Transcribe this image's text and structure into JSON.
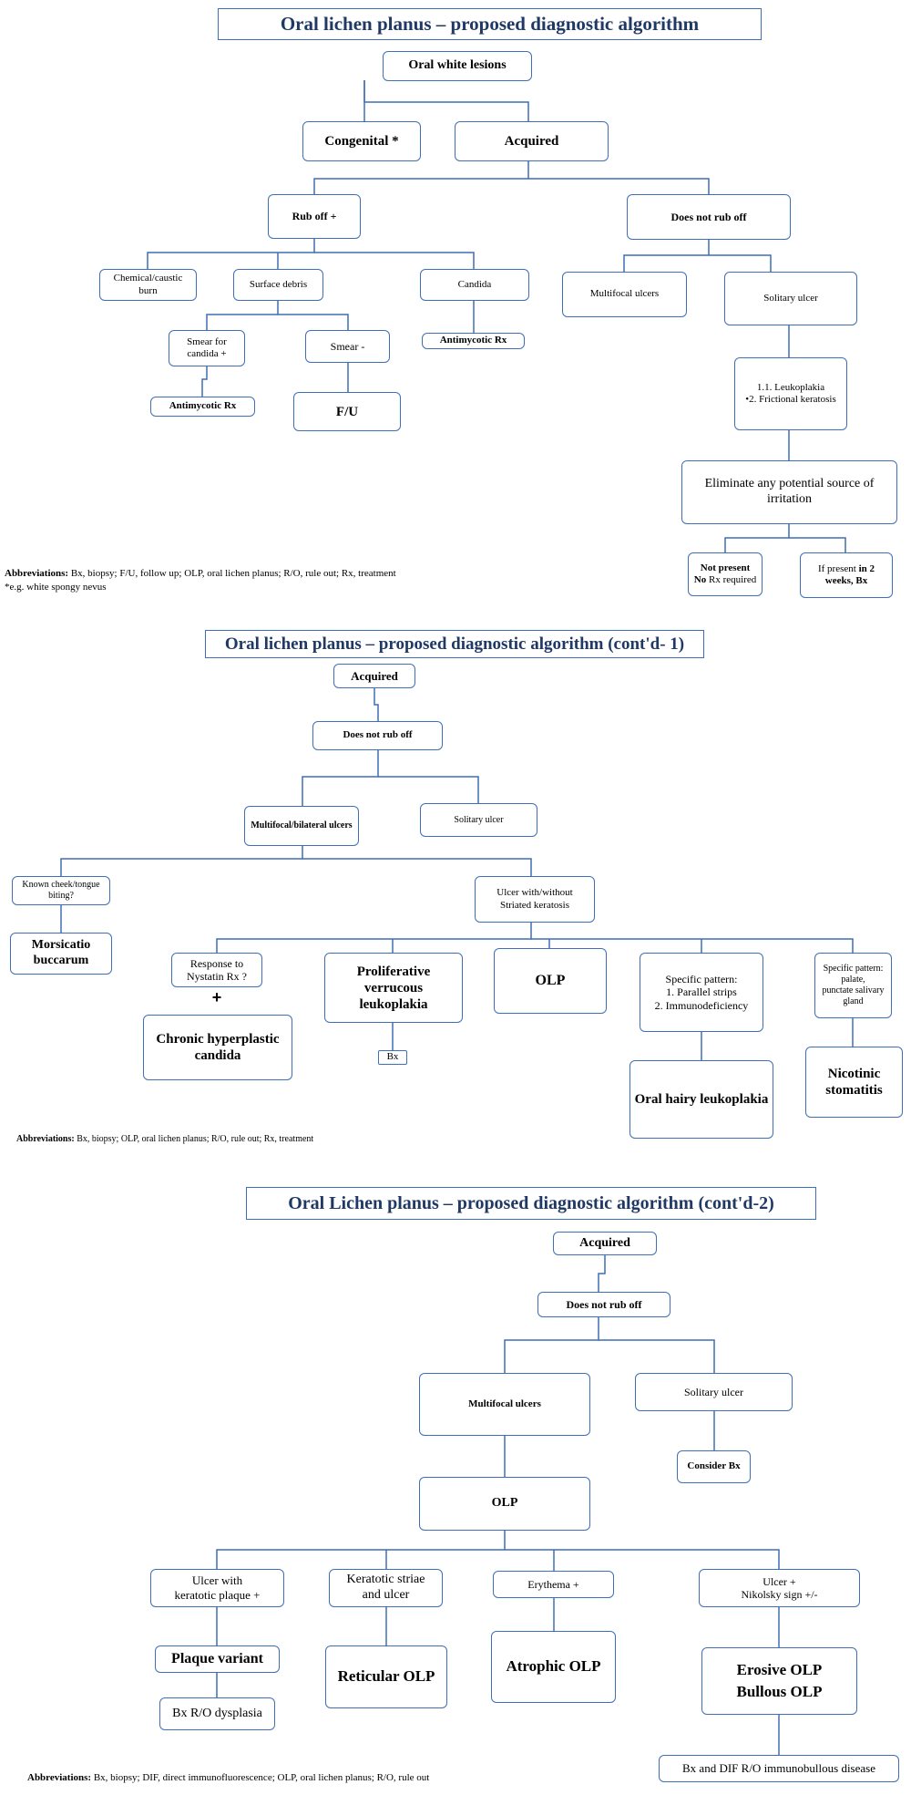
{
  "colors": {
    "box_border": "#3f6fb6",
    "connector": "#3f6fb6",
    "title_text": "#1f3864"
  },
  "diagram1": {
    "title": "Oral lichen planus – proposed diagnostic algorithm",
    "oral_white_lesions": "Oral white lesions",
    "congenital": "Congenital *",
    "acquired": "Acquired",
    "rub_off": "Rub off +",
    "does_not_rub_off": "Does not rub off",
    "chemical_burn": "Chemical/caustic burn",
    "surface_debris": "Surface debris",
    "candida": "Candida",
    "multifocal_ulcers": "Multifocal ulcers",
    "solitary_ulcer": "Solitary ulcer",
    "smear_candida": "Smear for candida +",
    "smear_minus": "Smear -",
    "antimycotic_rx_1": "Antimycotic Rx",
    "antimycotic_rx_2": "Antimycotic Rx",
    "fu": "F/U",
    "leukoplakia_line1": "1.1. Leukoplakia",
    "leukoplakia_line2": "•2. Frictional keratosis",
    "eliminate": "Eliminate any potential source of irritation",
    "not_present_1": "Not present",
    "not_present_2a": "No",
    "not_present_2b": " Rx required",
    "if_present_a": "If present ",
    "if_present_b": "in 2 weeks, Bx",
    "abbr_label": "Abbreviations:",
    "abbr_text": " Bx, biopsy; F/U, follow up; OLP, oral lichen planus; R/O, rule out; Rx, treatment",
    "footnote": "*e.g. white spongy nevus"
  },
  "diagram2": {
    "title": "Oral lichen planus – proposed diagnostic algorithm (cont'd- 1)",
    "acquired": "Acquired",
    "does_not_rub_off": "Does not rub off",
    "multifocal_bilateral": "Multifocal/bilateral ulcers",
    "solitary_ulcer": "Solitary ulcer",
    "known_biting_1": "Known cheek/tongue",
    "known_biting_2": "biting?",
    "ulcer_striated_1": "Ulcer with/without",
    "ulcer_striated_2": "Striated keratosis",
    "morsicatio": "Morsicatio buccarum",
    "response_nystatin_1": "Response to",
    "response_nystatin_2": "Nystatin Rx ?",
    "plus_sign": "+",
    "pvl": "Proliferative verrucous leukoplakia",
    "olp": "OLP",
    "specific_pattern_1": "Specific pattern:",
    "specific_pattern_2": "1. Parallel strips",
    "specific_pattern_3": "2. Immunodeficiency",
    "specific_palate_1": "Specific pattern:",
    "specific_palate_2": "palate,",
    "specific_palate_3": "punctate salivary gland",
    "chronic_candida": "Chronic hyperplastic candida",
    "bx": "Bx",
    "oral_hairy": "Oral hairy leukoplakia",
    "nicotinic": "Nicotinic stomatitis",
    "abbr_label": "Abbreviations:",
    "abbr_text": " Bx, biopsy; OLP, oral lichen planus; R/O, rule out; Rx, treatment"
  },
  "diagram3": {
    "title": "Oral Lichen planus – proposed diagnostic algorithm (cont'd-2)",
    "acquired": "Acquired",
    "does_not_rub_off": "Does not rub off",
    "multifocal_ulcers": "Multifocal ulcers",
    "solitary_ulcer": "Solitary ulcer",
    "consider_bx": "Consider Bx",
    "olp": "OLP",
    "ulcer_plaque_1": "Ulcer with",
    "ulcer_plaque_2": "keratotic plaque +",
    "keratotic_striae_1": "Keratotic striae",
    "keratotic_striae_2": "and ulcer",
    "erythema": "Erythema +",
    "ulcer_nikolsky_1": "Ulcer +",
    "ulcer_nikolsky_2": "Nikolsky sign +/-",
    "plaque_variant": "Plaque variant",
    "reticular_olp": "Reticular OLP",
    "atrophic_olp": "Atrophic OLP",
    "erosive_olp": "Erosive OLP",
    "bullous_olp": "Bullous OLP",
    "bx_dysplasia": "Bx R/O dysplasia",
    "bx_dif": "Bx and DIF R/O immunobullous disease",
    "abbr_label": "Abbreviations:",
    "abbr_text": " Bx, biopsy; DIF, direct immunofluorescence; OLP, oral lichen planus; R/O, rule out"
  }
}
